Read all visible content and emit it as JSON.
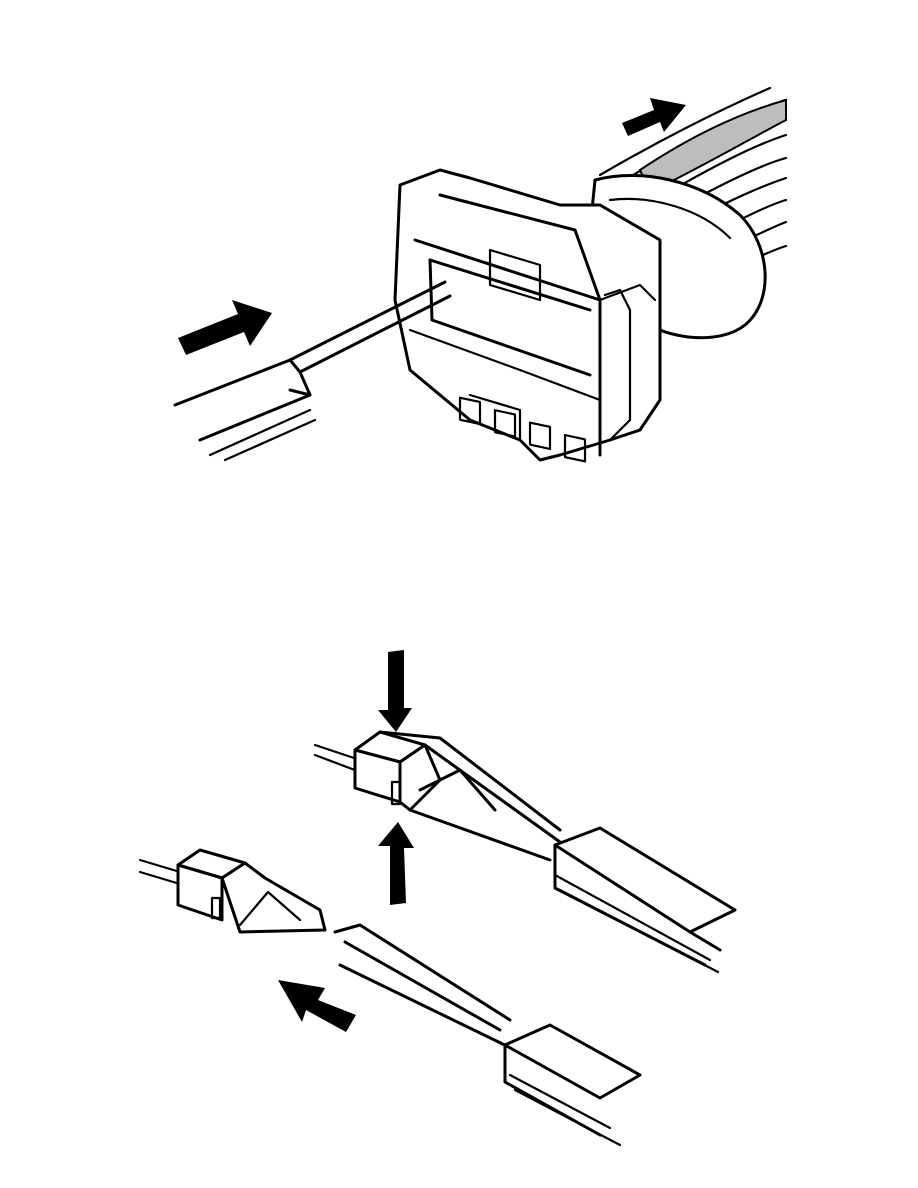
{
  "figures": [
    {
      "id": "top",
      "arrows": [
        "insert-tool-arrow",
        "pull-wire-arrow"
      ]
    },
    {
      "id": "bottom",
      "arrows": [
        "press-down-arrow",
        "press-up-arrow",
        "insert-arrow"
      ]
    }
  ],
  "colors": {
    "line": "#000000",
    "background": "#ffffff",
    "highlight_wire": "#bdbdbd"
  }
}
